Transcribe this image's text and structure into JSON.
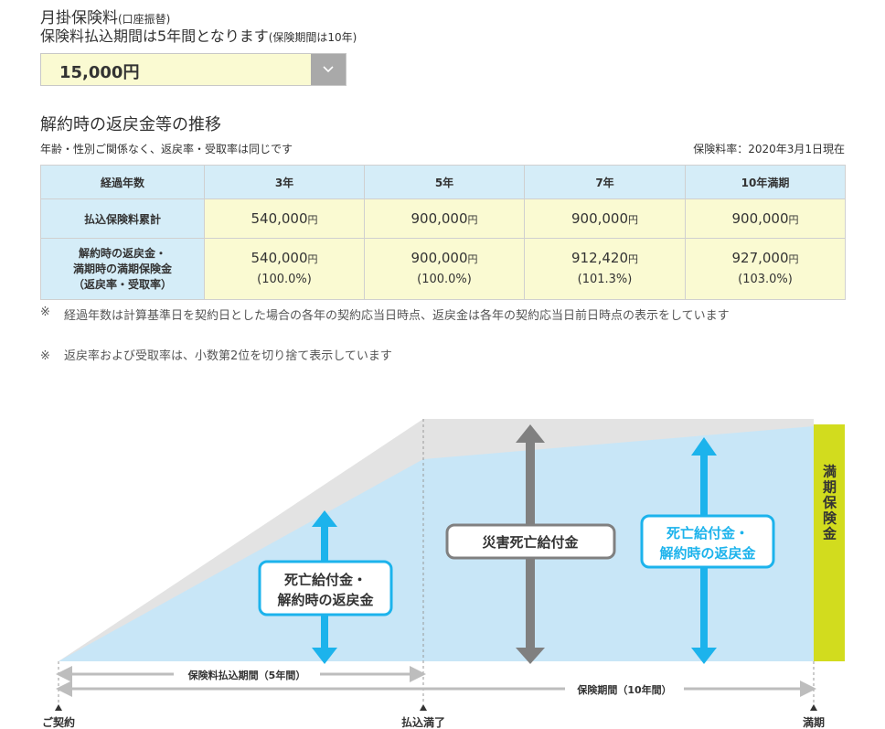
{
  "header": {
    "monthly_label": "月掛保険料",
    "monthly_label_sub": "(口座振替)",
    "period_text": "保険料払込期間は5年間となります",
    "period_text_sub": "(保険期間は10年)"
  },
  "premium_select": {
    "value": "15,000円",
    "chevron_icon": "chevron-down-icon"
  },
  "section": {
    "title": "解約時の返戻金等の推移",
    "note_left": "年齢・性別ご関係なく、返戻率・受取率は同じです",
    "note_right": "保険料率：2020年3月1日現在"
  },
  "table": {
    "header_label": "経過年数",
    "years": [
      "3年",
      "5年",
      "7年",
      "10年満期"
    ],
    "row1_label": "払込保険料累計",
    "row1_values": [
      "540,000",
      "900,000",
      "900,000",
      "900,000"
    ],
    "row2_label_lines": [
      "解約時の返戻金・",
      "満期時の満期保険金",
      "（返戻率・受取率）"
    ],
    "row2_values": [
      "540,000",
      "900,000",
      "912,420",
      "927,000"
    ],
    "row2_rates": [
      "(100.0%)",
      "(100.0%)",
      "(101.3%)",
      "(103.0%)"
    ],
    "yen_unit": "円"
  },
  "footnotes": {
    "mark": "※",
    "note1": "経過年数は計算基準日を契約日とした場合の各年の契約応当日時点、返戻金は各年の契約応当日前日時点の表示をしています",
    "note2": "返戻率および受取率は、小数第2位を切り捨て表示しています"
  },
  "diagram": {
    "box_left_line1": "死亡給付金・",
    "box_left_line2": "解約時の返戻金",
    "box_center": "災害死亡給付金",
    "box_right_line1": "死亡給付金・",
    "box_right_line2": "解約時の返戻金",
    "maturity_label": "満期保険金",
    "payment_period": "保険料払込期間（5年間）",
    "coverage_period": "保険期間（10年間）",
    "point_contract": "ご契約",
    "point_paid_up": "払込満了",
    "point_maturity": "満期",
    "colors": {
      "light_blue": "#c8e6f7",
      "gray_band": "#e3e3e3",
      "accent_blue": "#1cb3ec",
      "dark_gray": "#808080",
      "maturity_bar": "#d2dc1e"
    }
  }
}
